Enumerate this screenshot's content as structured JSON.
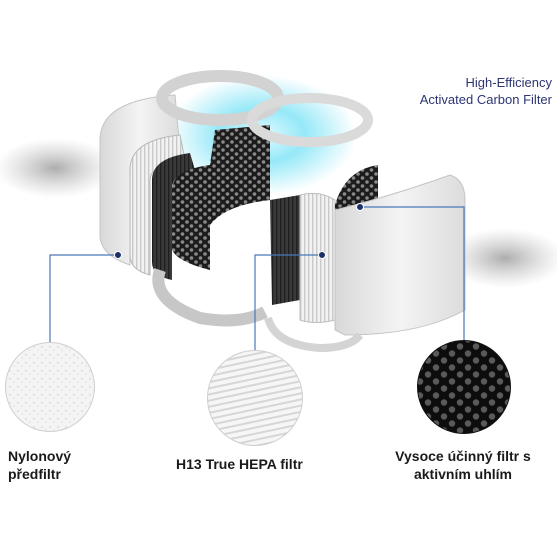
{
  "title": {
    "line1": "High-Efficiency",
    "line2": "Activated Carbon Filter"
  },
  "labels": {
    "nylon_line1": "Nylonový",
    "nylon_line2": "předfiltr",
    "hepa": "H13 True HEPA filtr",
    "carbon_line1": "Vysoce účinný filtr s",
    "carbon_line2": "aktivním uhlím"
  },
  "colors": {
    "callout_line": "#4a78b8",
    "title_text": "#2d3573",
    "glow": "#7fe3f5",
    "carbon_mesh": "#2a2a2a"
  }
}
